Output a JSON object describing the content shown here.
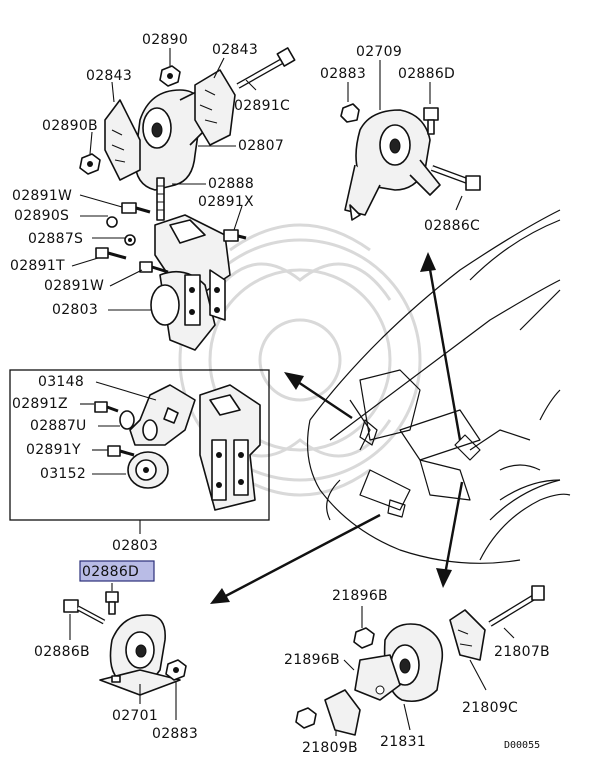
{
  "labels": {
    "p02890": "02890",
    "p02843_a": "02843",
    "p02843_b": "02843",
    "p02890B": "02890B",
    "p02891C": "02891C",
    "p02807": "02807",
    "p02888": "02888",
    "p02891W_a": "02891W",
    "p02890S": "02890S",
    "p02891X": "02891X",
    "p02887S": "02887S",
    "p02891T": "02891T",
    "p02891W_b": "02891W",
    "p02803_a": "02803",
    "p02709": "02709",
    "p02883_a": "02883",
    "p02886D_a": "02886D",
    "p02886C": "02886C",
    "p03148": "03148",
    "p02891Z": "02891Z",
    "p02887U": "02887U",
    "p02891Y": "02891Y",
    "p03152": "03152",
    "p02803_b": "02803",
    "p02886D_b": "02886D",
    "p02886B": "02886B",
    "p02701": "02701",
    "p02883_b": "02883",
    "p21896B_a": "21896B",
    "p21896B_b": "21896B",
    "p21807B": "21807B",
    "p21809C": "21809C",
    "p21809B": "21809B",
    "p21831": "21831",
    "drawing_code": "D00055"
  },
  "colors": {
    "highlight_fill": "#b9bce6",
    "highlight_stroke": "#2b2f7a",
    "ink": "#111111",
    "watermark": "#d9d9d9"
  }
}
